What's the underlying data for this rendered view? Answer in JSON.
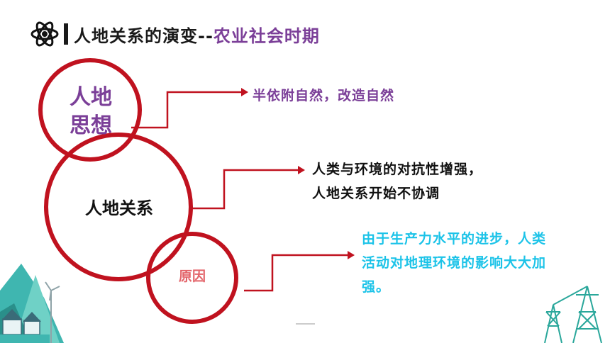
{
  "title": {
    "main": "人地关系的演变--",
    "sub": "农业社会时期"
  },
  "circles": {
    "thought": "人地思想",
    "thought_line1": "人地",
    "thought_line2": "思想",
    "relation": "人地关系",
    "reason": "原因"
  },
  "descriptions": {
    "thought_text": "半依附自然，改造自然",
    "relation_line1": "人类与环境的对抗性增强，",
    "relation_line2": "人地关系开始不协调",
    "reason_line1": "由于生产力水平的进步，人类",
    "reason_line2": "活动对地理环境的影响大大加",
    "reason_line3": "强。"
  },
  "colors": {
    "ring": "#c0121f",
    "purple": "#7b3f98",
    "cyan": "#1cc3e8",
    "pink": "#e3646a",
    "teal": "#3fb6b0"
  },
  "icons": {
    "title_icon": "atom-icon",
    "decor_left": "landscape-houses-icon",
    "decor_right": "power-tower-icon"
  }
}
